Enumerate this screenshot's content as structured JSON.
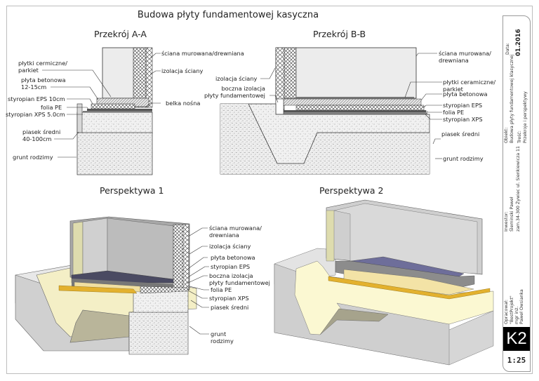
{
  "title": "Budowa płyty fundamentowej kasyczna",
  "views": {
    "section_aa": {
      "title": "Przekrój A-A",
      "labels": {
        "wall": "ściana murowana/drewniana",
        "wall_insulation": "izolacja ściany",
        "tiles": "płytki cermiczne/\nparkiet",
        "concrete": "płyta betonowa\n12-15cm",
        "eps": "styropian EPS 10cm",
        "pe": "folia PE",
        "xps": "styropian XPS 5.0cm",
        "beam": "belka nośna",
        "sand": "piasek średni\n40-100cm",
        "soil": "grunt rodzimy"
      }
    },
    "section_bb": {
      "title": "Przekrój B-B",
      "labels": {
        "wall_insulation": "izolacja ściany",
        "side_insulation": "boczna izolacja\npłyty fundamentowej",
        "wall": "ściana murowana/\ndrewniana",
        "tiles": "płytki ceramiczne/\nparkiet",
        "concrete": "płyta betonowa",
        "eps": "styropian EPS",
        "pe": "folia PE",
        "xps": "styropian XPS",
        "sand": "piasek średni",
        "soil": "grunt rodzimy"
      }
    },
    "perspective_1": {
      "title": "Perspektywa 1",
      "labels": {
        "wall": "ściana murowana/\ndrewniana",
        "wall_insulation": "izolacja ściany",
        "concrete": "płyta betonowa",
        "eps": "styropian EPS",
        "side_insulation": "boczna izolacja\npłyty fundamentowej",
        "pe": "folia PE",
        "xps": "styropian XPS",
        "sand": "piasek średni",
        "soil": "grunt\nrodzimy"
      }
    },
    "perspective_2": {
      "title": "Perspektywa 2"
    }
  },
  "title_block": {
    "date_label": "Data:",
    "date": "01.2016",
    "object_label": "Obiekt:",
    "object": "Budowa płyty fundamentowej klasycznej",
    "content_label": "Treść:",
    "content": "Przekroje i perspektywy",
    "investor_label": "Inwestor:",
    "investor": "Śleminski Paweł",
    "address": "zam.34-300 Żywiec ul. Sienkiewicza 11",
    "author_label": "Opracował:",
    "author_company": "\"BestProjekt\"",
    "author_title": "mgr inż.",
    "author_name": "Paweł Owsianka",
    "sheet": "K2",
    "scale": "1:25"
  },
  "colors": {
    "wall": "#e6e6e6",
    "wall_dark": "#8a8a8a",
    "insulation_yellow": "#f5e9b0",
    "xps_orange": "#e8b830",
    "sand": "#f2f2f2",
    "persp_fill": "#fbf8d8",
    "tiles": "#6e6e9a"
  }
}
